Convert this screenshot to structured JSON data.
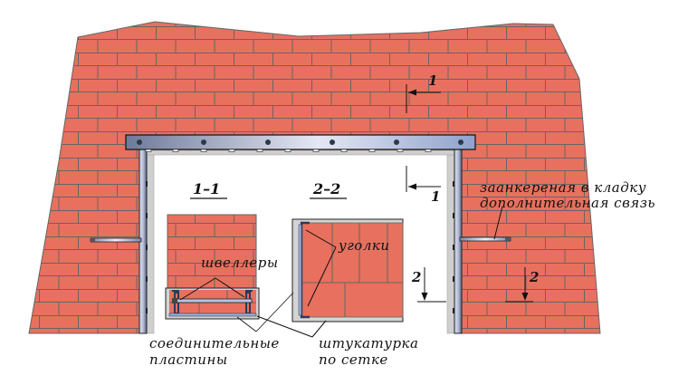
{
  "diagram": {
    "description": "Усиление проёма в кирпичной стене металлической обоймой",
    "colors": {
      "brick": "#e8705e",
      "mortar": "#666666",
      "steel_dark": "#6e7a9a",
      "steel_light": "#e4e8f4",
      "plaster": "#d0d0d0",
      "outline": "#111111"
    },
    "section_titles": {
      "s11": "1–1",
      "s22": "2–2"
    },
    "section_marks": {
      "mark1_top": "1",
      "mark1_mid": "1",
      "mark2_left": "2",
      "mark2_right": "2"
    },
    "callouts": {
      "channels": "швеллеры",
      "angles": "уголки",
      "anchor_line1": "заанкереная в кладку",
      "anchor_line2": "дополнительная связь",
      "plates_line1": "соединительные",
      "plates_line2": "пластины",
      "plaster_line1": "штукатурка",
      "plaster_line2": "по сетке"
    }
  }
}
